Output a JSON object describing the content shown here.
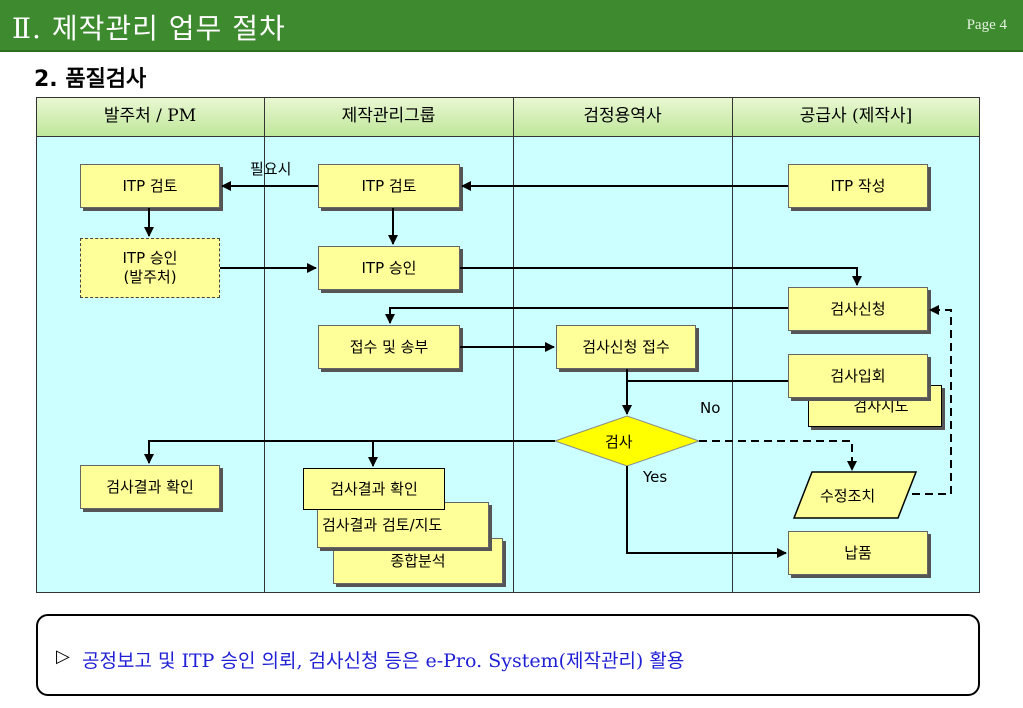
{
  "header": {
    "title": "Ⅱ. 제작관리 업무 절차",
    "page": "Page 4"
  },
  "section_title": "2. 품질검사",
  "lanes": [
    "발주처 / PM",
    "제작관리그룹",
    "검정용역사",
    "공급사 (제작사]"
  ],
  "nodes": {
    "itp_review_client": "ITP 검토",
    "itp_approve_client_1": "ITP 승인",
    "itp_approve_client_2": "(발주처)",
    "itp_review_mgmt": "ITP 검토",
    "itp_approve_mgmt": "ITP 승인",
    "receipt_send": "접수 및 송부",
    "result_confirm_client": "검사결과 확인",
    "result_confirm_mgmt": "검사결과 확인",
    "result_review_guide": "검사결과  검토/지도",
    "comprehensive_analysis": "종합분석",
    "inspection_request_receipt": "검사신청 접수",
    "decision_inspection": "검사",
    "itp_write": "ITP 작성",
    "inspection_request": "검사신청",
    "inspection_attend": "검사입회",
    "inspection_guide": "검사지도",
    "corrective_action": "수정조치",
    "delivery": "납품"
  },
  "labels": {
    "if_needed": "필요시",
    "no": "No",
    "yes": "Yes"
  },
  "footer_note": {
    "marker": "▷",
    "text": "공정보고 및 ITP 승인 의뢰, 검사신청 등은 e-Pro. System(제작관리) 활용"
  },
  "colors": {
    "title_bar": "#3d8a2f",
    "lane_bg": "#ccffff",
    "box_fill": "#ffff99",
    "decision_fill": "#ffff00",
    "note_text": "#1f1fd6"
  }
}
